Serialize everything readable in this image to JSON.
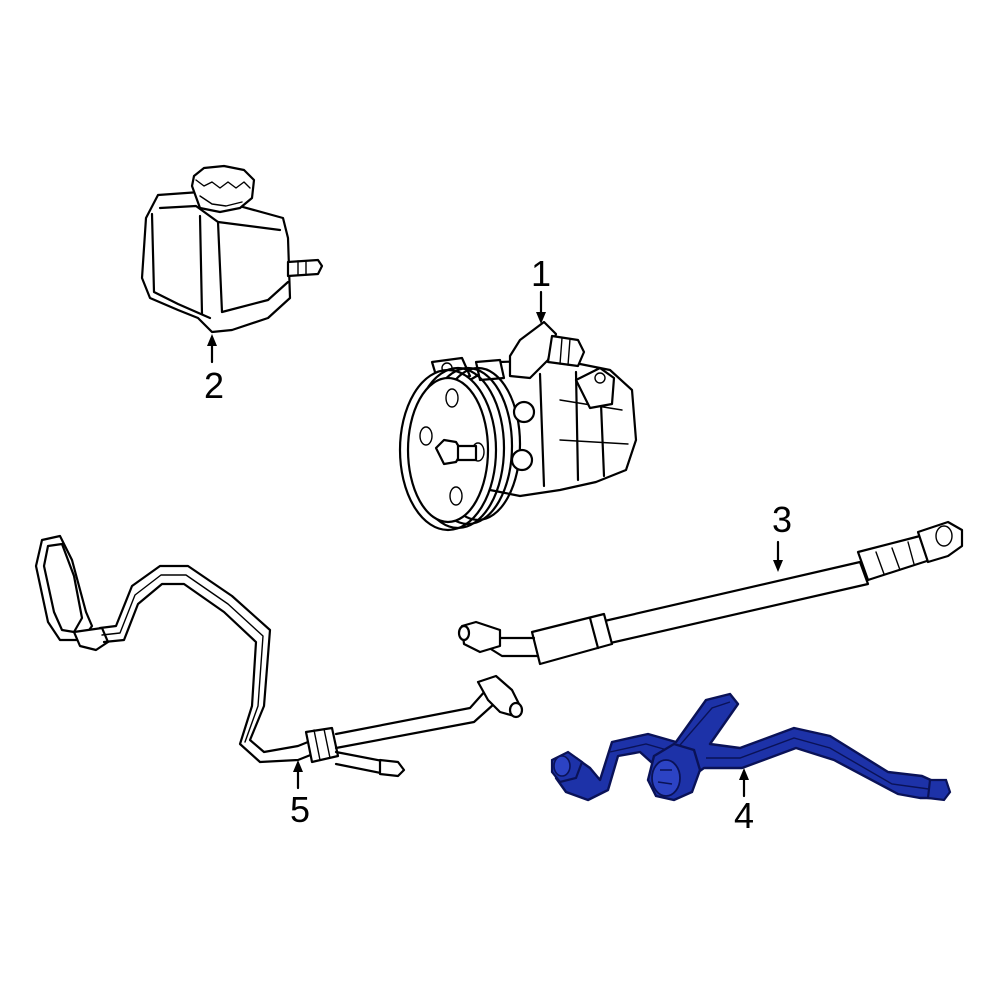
{
  "callouts": [
    {
      "number": "1",
      "part": "power-steering-pump"
    },
    {
      "number": "2",
      "part": "reservoir"
    },
    {
      "number": "3",
      "part": "pressure-hose"
    },
    {
      "number": "4",
      "part": "return-hose"
    },
    {
      "number": "5",
      "part": "return-line"
    }
  ],
  "colors": {
    "highlight": "#1d32a8",
    "highlight_outline": "#0a1257",
    "line": "#000000",
    "background": "#ffffff"
  }
}
